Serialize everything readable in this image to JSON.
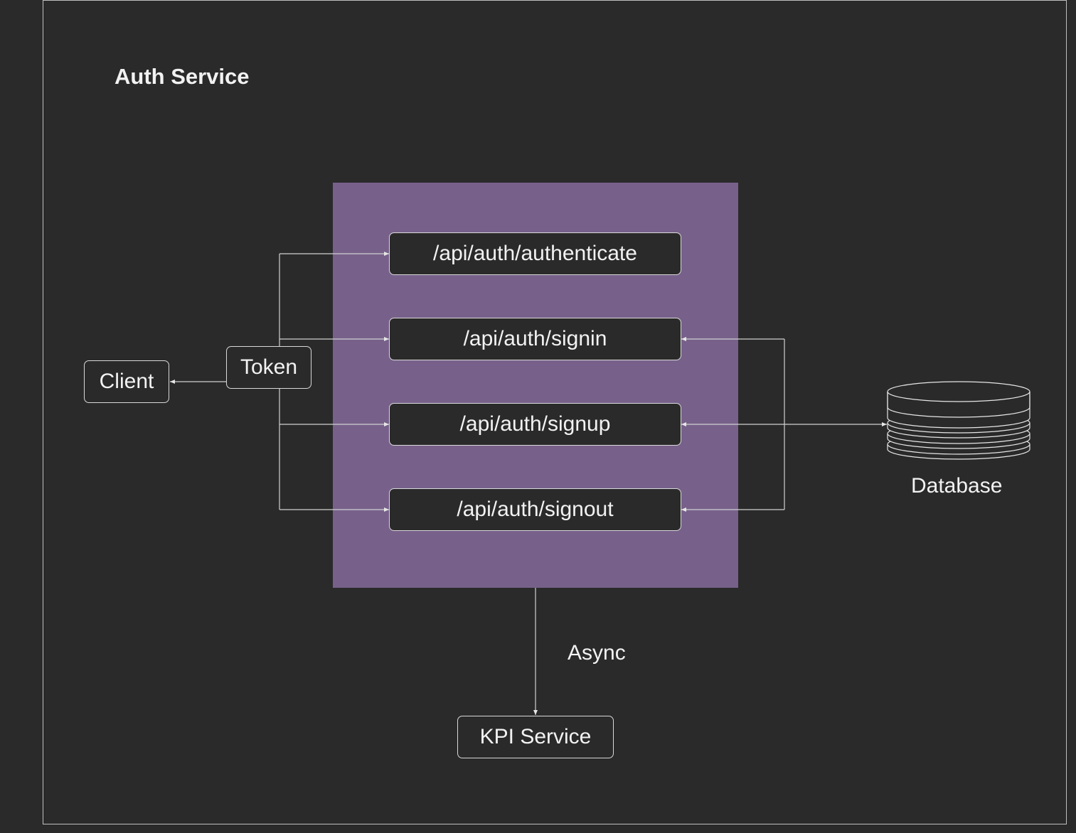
{
  "diagram": {
    "title": "Auth Service",
    "client": "Client",
    "token": "Token",
    "endpoints": [
      "/api/auth/authenticate",
      "/api/auth/signin",
      "/api/auth/signup",
      "/api/auth/signout"
    ],
    "database": "Database",
    "async_label": "Async",
    "kpi_service": "KPI Service"
  },
  "colors": {
    "background": "#2a2a2a",
    "container": "#77618a",
    "line": "#d9d9d9"
  }
}
